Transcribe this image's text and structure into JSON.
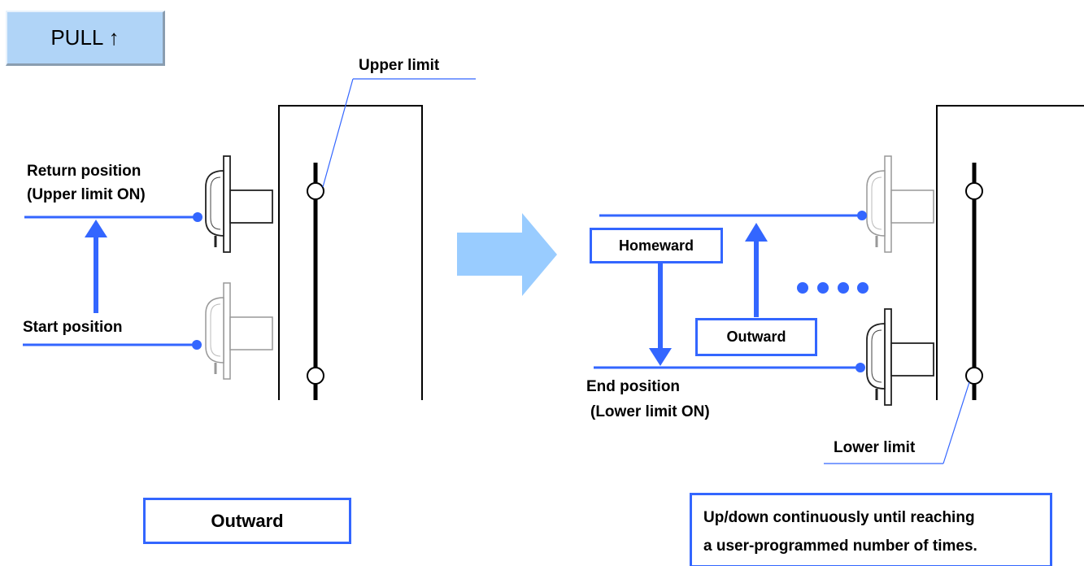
{
  "pull_button": {
    "label": "PULL ↑"
  },
  "left": {
    "upper_limit": "Upper limit",
    "return_position_line1": "Return position",
    "return_position_line2": "(Upper limit ON)",
    "start_position": "Start position",
    "caption": "Outward"
  },
  "right": {
    "homeward": "Homeward",
    "outward": "Outward",
    "end_position_line1": "End position",
    "end_position_line2": "(Lower limit ON)",
    "lower_limit": "Lower limit",
    "note_line1": "Up/down continuously until reaching",
    "note_line2": "a user-programmed number of times."
  },
  "colors": {
    "accent_blue": "#3366ff",
    "arrow_light_blue": "#99ccff",
    "button_blue": "#b0d4f7"
  }
}
